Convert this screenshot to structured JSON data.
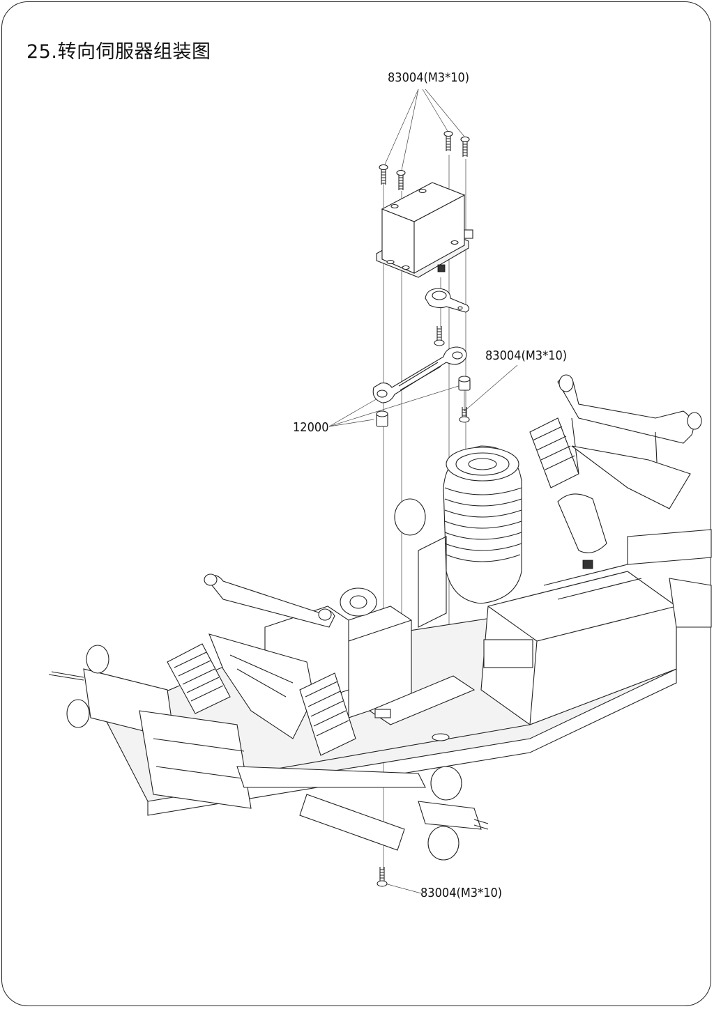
{
  "page": {
    "title": "25.转向伺服器组装图"
  },
  "callouts": {
    "screw_top": "83004(M3*10)",
    "screw_mid": "83004(M3*10)",
    "ball_end": "12000",
    "screw_bottom": "83004(M3*10)"
  }
}
